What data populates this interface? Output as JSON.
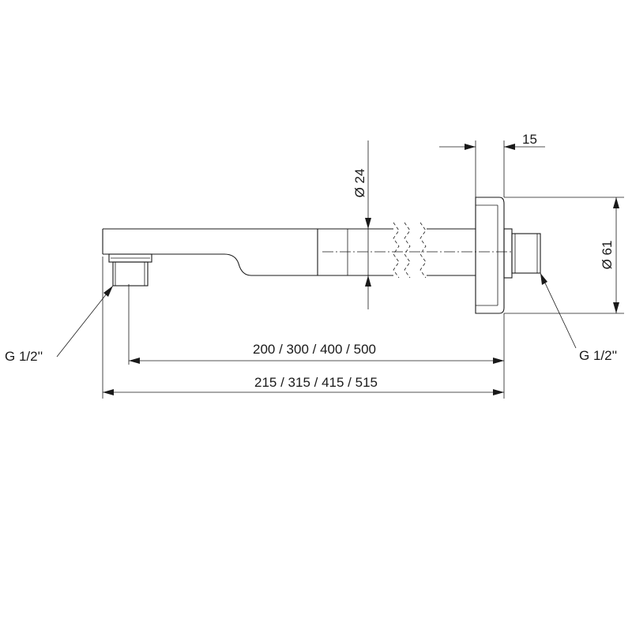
{
  "labels": {
    "dim_15": "15",
    "dim_diameter_24": "Ø 24",
    "dim_diameter_61": "Ø 61",
    "thread_left": "G 1/2''",
    "thread_right": "G 1/2''",
    "length_arm": "200 / 300 / 400 / 500",
    "length_total": "215 / 315 / 415 / 515"
  }
}
